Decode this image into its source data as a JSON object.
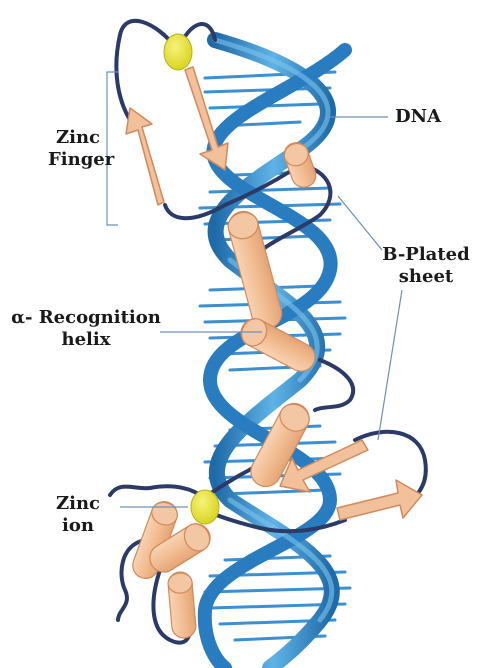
{
  "labels": {
    "zinc_finger": [
      "Zinc",
      "Finger"
    ],
    "dna": "DNA",
    "b_plated_sheet": [
      "B-Plated",
      "sheet"
    ],
    "alpha_helix": [
      "α- Recognition",
      "helix"
    ],
    "zinc_ion": [
      "Zinc",
      "ion"
    ]
  },
  "colors": {
    "dna_dark": "#1f6aa8",
    "dna_light": "#5fb3e6",
    "protein_backbone": "#2b3a66",
    "protein_fill": "#f2c09a",
    "protein_edge": "#d08a5c",
    "zinc_ion": "#e4e034",
    "leader_line": "#6f8fb8"
  }
}
